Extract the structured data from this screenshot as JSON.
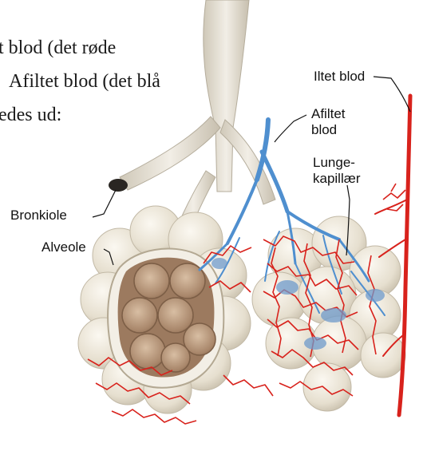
{
  "paragraph": {
    "line1": "t blod (det røde",
    "line2": "Afiltet blod (det blå",
    "line3": "edes ud:"
  },
  "labels": {
    "oxygenated": "Iltet blod",
    "deoxygenated_1": "Afiltet",
    "deoxygenated_2": "blod",
    "capillaries_1": "Lunge-",
    "capillaries_2": "kapillær",
    "bronchiole": "Bronkiole",
    "alveole": "Alveole"
  },
  "colors": {
    "oxygenated_blood": "#d8221c",
    "deoxygenated_blood": "#4f8fcf",
    "alveolar_tissue": "#e8e2d4",
    "alveolar_interior": "#b89478"
  }
}
